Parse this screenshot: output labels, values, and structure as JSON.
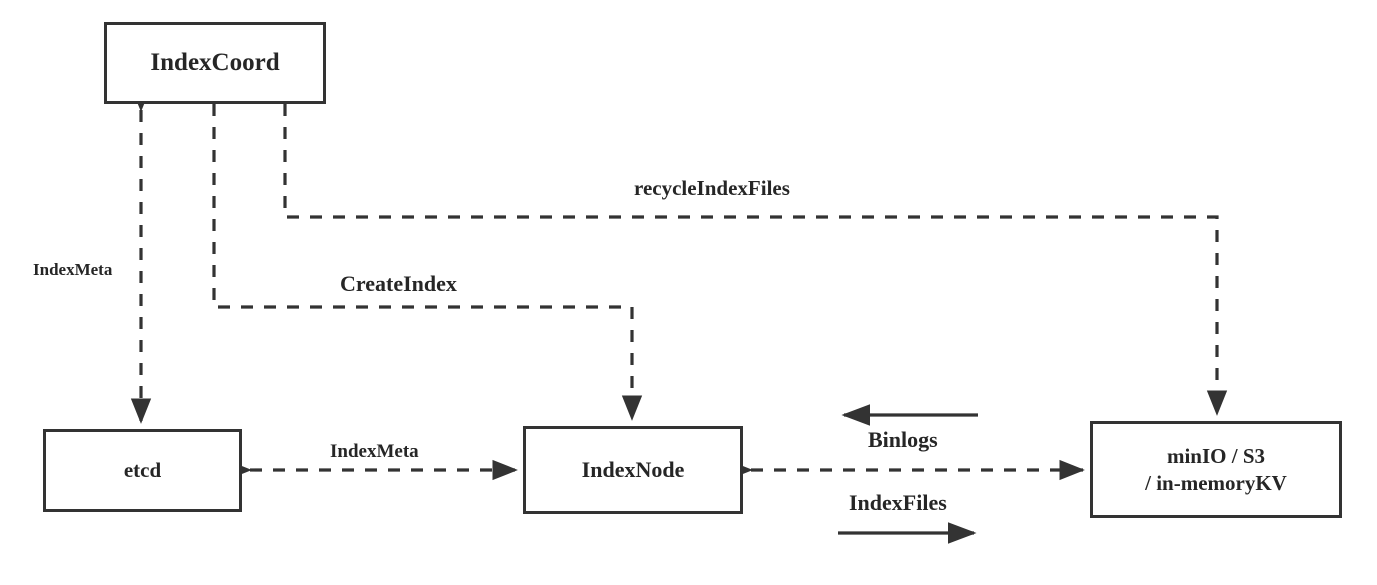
{
  "diagram": {
    "title": "Milvus IndexCoord / IndexNode architecture",
    "background_color": "#ffffff",
    "stroke_color": "#333333",
    "text_color": "#262626",
    "nodes": [
      {
        "id": "indexcoord",
        "label": "IndexCoord"
      },
      {
        "id": "etcd",
        "label": "etcd"
      },
      {
        "id": "indexnode",
        "label": "IndexNode"
      },
      {
        "id": "minio",
        "label": "minIO / S3\n/ in-memoryKV"
      }
    ],
    "edge_labels": [
      {
        "id": "indexmeta-left",
        "label": "IndexMeta"
      },
      {
        "id": "createindex",
        "label": "CreateIndex"
      },
      {
        "id": "recycleindexfiles",
        "label": "recycleIndexFiles"
      },
      {
        "id": "indexmeta-mid",
        "label": "IndexMeta"
      },
      {
        "id": "binlogs",
        "label": "Binlogs"
      },
      {
        "id": "indexfiles",
        "label": "IndexFiles"
      }
    ],
    "edges": [
      {
        "id": "indexcoord-etcd",
        "from": "IndexCoord",
        "to": "etcd",
        "style": "dashed",
        "arrows": "both",
        "label": "IndexMeta"
      },
      {
        "id": "indexcoord-indexnode",
        "from": "IndexCoord",
        "to": "IndexNode",
        "style": "dashed",
        "arrows": "to",
        "label": "CreateIndex"
      },
      {
        "id": "indexcoord-minio",
        "from": "IndexCoord",
        "to": "minIO / S3 / in-memoryKV",
        "style": "dashed",
        "arrows": "to",
        "label": "recycleIndexFiles"
      },
      {
        "id": "etcd-indexnode",
        "from": "etcd",
        "to": "IndexNode",
        "style": "dashed",
        "arrows": "both",
        "label": "IndexMeta"
      },
      {
        "id": "indexnode-minio",
        "from": "IndexNode",
        "to": "minIO / S3 / in-memoryKV",
        "style": "dashed",
        "arrows": "both",
        "label": ""
      },
      {
        "id": "minio-indexnode-binlogs",
        "from": "minIO / S3 / in-memoryKV",
        "to": "IndexNode",
        "style": "solid",
        "arrows": "to",
        "label": "Binlogs"
      },
      {
        "id": "indexnode-minio-indexfiles",
        "from": "IndexNode",
        "to": "minIO / S3 / in-memoryKV",
        "style": "solid",
        "arrows": "to",
        "label": "IndexFiles"
      }
    ]
  }
}
